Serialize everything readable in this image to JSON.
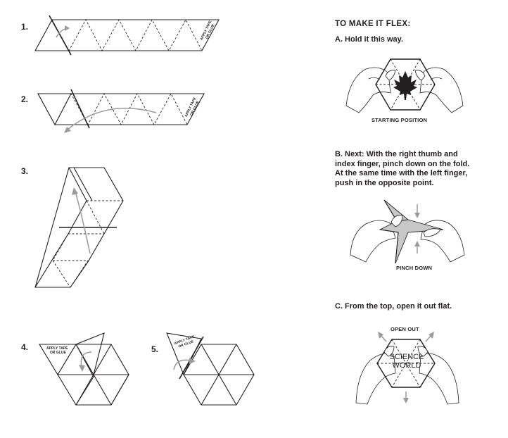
{
  "steps": {
    "s1": "1.",
    "s2": "2.",
    "s3": "3.",
    "s4": "4.",
    "s5": "5."
  },
  "strip_label": "APPLY TAPE OR GLUE",
  "strip_label_lines": [
    "APPLY TAPE",
    "OR GLUE"
  ],
  "flex": {
    "heading": "TO MAKE IT FLEX:",
    "a_text": "A. Hold it this way.",
    "a_caption": "STARTING POSITION",
    "b_lines": [
      "B. Next: With the right thumb and",
      "index finger, pinch down on the fold.",
      "At the same time with the left finger,",
      "push in the opposite point."
    ],
    "b_caption": "PINCH DOWN",
    "c_text": "C. From the top, open it out flat.",
    "c_caption": "OPEN OUT",
    "logo_lines": [
      "SCIENCE",
      "WORLD"
    ]
  },
  "colors": {
    "ink": "#231f20",
    "arrow": "#9a9a9a",
    "fold_fill": "#c8c8c8"
  }
}
